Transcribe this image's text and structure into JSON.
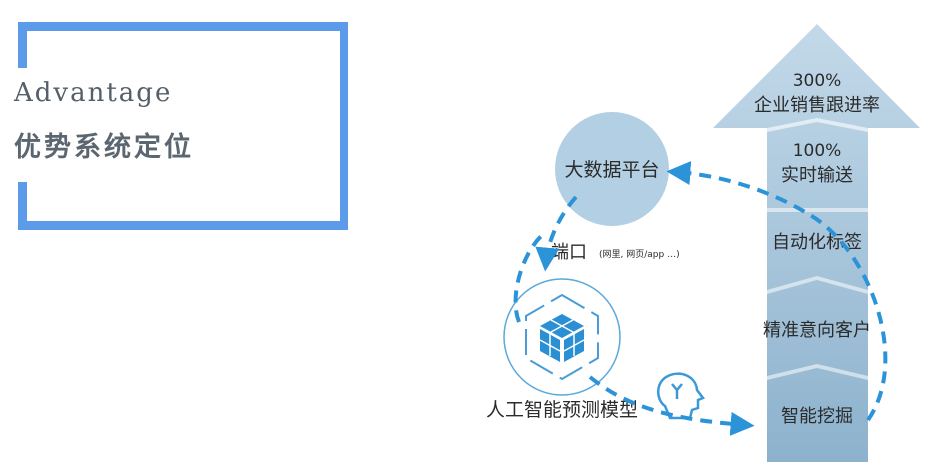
{
  "header": {
    "title_en": "Advantage",
    "title_cn": "优势系统定位"
  },
  "arrow_levels": {
    "top_value": "300%",
    "top_label": "企业销售跟进率",
    "level2_value": "100%",
    "level2_label": "实时输送",
    "level3_label": "自动化标签",
    "level4_label": "精准意向客户",
    "level5_label": "智能挖掘"
  },
  "nodes": {
    "platform_label": "大数据平台",
    "port_label": "端口",
    "port_note": "(网里, 网页/app …)",
    "model_label": "人工智能预测模型"
  },
  "colors": {
    "accent_blue": "#5b9be9",
    "dash_blue": "#2b93d8",
    "arrow_top": "#b9d2e4",
    "arrow_bottom": "#8fb4cf",
    "circle_fill": "#b3cfe3"
  }
}
